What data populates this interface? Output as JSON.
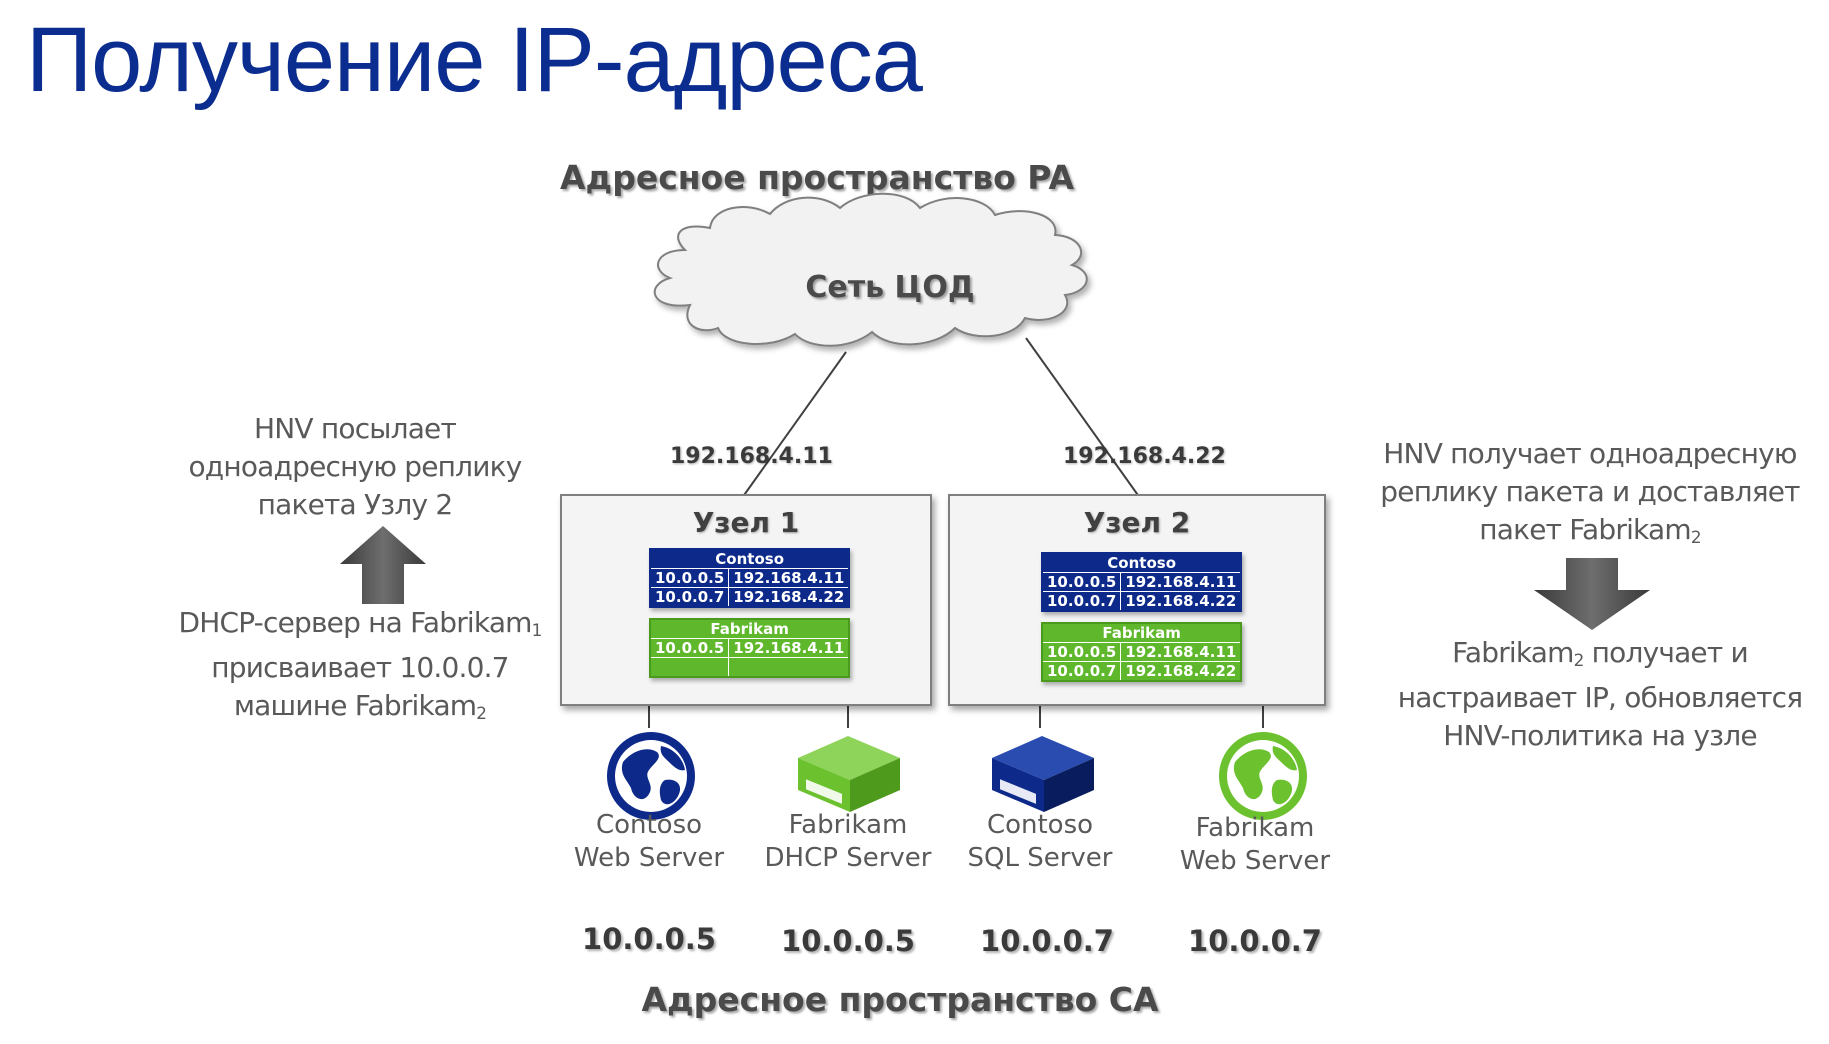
{
  "title": "Получение IP-адреса",
  "pa_space_label": "Адресное пространство PA",
  "ca_space_label": "Адресное пространство CA",
  "cloud_label": "Сеть ЦОД",
  "hosts": [
    {
      "label": "Узел 1",
      "pa_ip": "192.168.4.11",
      "contoso": {
        "header": "Contoso",
        "rows": [
          [
            "10.0.0.5",
            "192.168.4.11"
          ],
          [
            "10.0.0.7",
            "192.168.4.22"
          ]
        ]
      },
      "fabrikam": {
        "header": "Fabrikam",
        "rows": [
          [
            "10.0.0.5",
            "192.168.4.11"
          ],
          [
            "",
            ""
          ]
        ]
      }
    },
    {
      "label": "Узел 2",
      "pa_ip": "192.168.4.22",
      "contoso": {
        "header": "Contoso",
        "rows": [
          [
            "10.0.0.5",
            "192.168.4.11"
          ],
          [
            "10.0.0.7",
            "192.168.4.22"
          ]
        ]
      },
      "fabrikam": {
        "header": "Fabrikam",
        "rows": [
          [
            "10.0.0.5",
            "192.168.4.11"
          ],
          [
            "10.0.0.7",
            "192.168.4.22"
          ]
        ]
      }
    }
  ],
  "vms": [
    {
      "line1": "Contoso",
      "line2": "Web Server",
      "ip": "10.0.0.5",
      "icon": "globe-icon",
      "color": "#0d2a8a"
    },
    {
      "line1": "Fabrikam",
      "line2": "DHCP Server",
      "ip": "10.0.0.5",
      "icon": "server-icon",
      "color": "#6cc12e"
    },
    {
      "line1": "Contoso",
      "line2": "SQL Server",
      "ip": "10.0.0.7",
      "icon": "server-icon",
      "color": "#0d2a8a"
    },
    {
      "line1": "Fabrikam",
      "line2": "Web Server",
      "ip": "10.0.0.7",
      "icon": "globe-icon",
      "color": "#6cc12e"
    }
  ],
  "left_note": {
    "top": [
      "HNV посылает",
      "одноадресную реплику",
      "пакета Узлу 2"
    ],
    "bottom_line1_pre": "DHCP-сервер на Fabrikam",
    "bottom_line1_sub": "1",
    "bottom_line2": "присваивает 10.0.0.7",
    "bottom_line3_pre": "машине  Fabrikam",
    "bottom_line3_sub": "2",
    "arrow_icon": "arrow-up-icon"
  },
  "right_note": {
    "top_line1": "HNV получает одноадресную",
    "top_line2": "реплику пакета и доставляет",
    "top_line3_pre": "пакет Fabrikam",
    "top_line3_sub": "2",
    "bottom_line1_pre": "Fabrikam",
    "bottom_line1_sub": "2",
    "bottom_line1_post": " получает и",
    "bottom_line2": "настраивает IP,  обновляется",
    "bottom_line3": "HNV-политика на узле",
    "arrow_icon": "arrow-down-icon"
  },
  "colors": {
    "title": "#0b2d8f",
    "contoso": "#0d2a8a",
    "fabrikam": "#5fb82b"
  }
}
